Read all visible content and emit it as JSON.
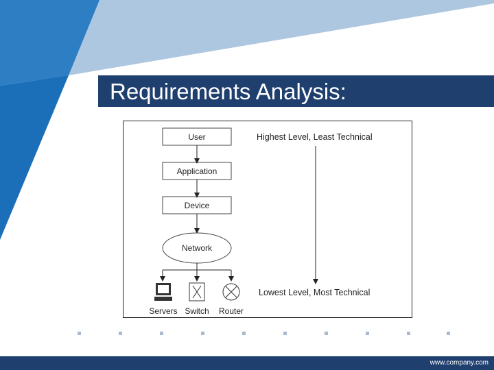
{
  "slide": {
    "title": "Requirements Analysis:",
    "footer_url": "www.company.com"
  },
  "diagram": {
    "layers": [
      "User",
      "Application",
      "Device"
    ],
    "network_label": "Network",
    "devices": [
      "Servers",
      "Switch",
      "Router"
    ],
    "top_label": "Highest Level, Least Technical",
    "bottom_label": "Lowest Level, Most Technical"
  },
  "colors": {
    "navy": "#1f3f6e",
    "blue": "#1b6fb8",
    "light_blue": "#aec7e0",
    "dot": "#a9b9cf"
  }
}
